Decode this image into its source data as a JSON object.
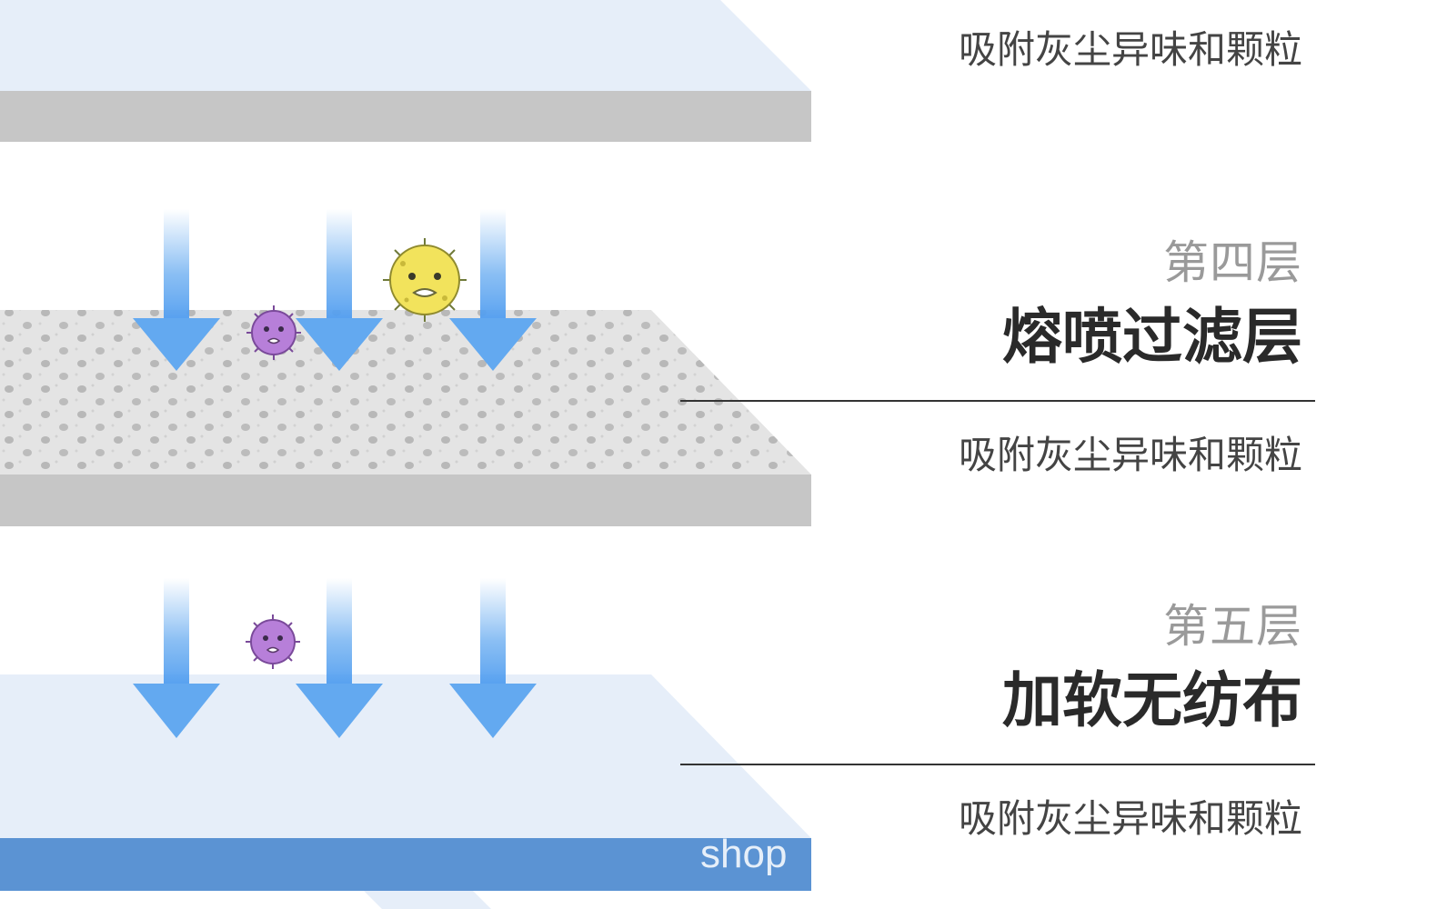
{
  "layer3": {
    "desc": "吸附灰尘异味和颗粒"
  },
  "layer4": {
    "number": "第四层",
    "name": "熔喷过滤层",
    "desc": "吸附灰尘异味和颗粒"
  },
  "layer5": {
    "number": "第五层",
    "name": "加软无纺布",
    "desc": "吸附灰尘异味和颗粒"
  },
  "watermark": "shop",
  "colors": {
    "light_blue_sheet": "#e6eef9",
    "gray_edge": "#c6c6c6",
    "blue_edge": "#5b93d3",
    "arrow_blue": "#63a9f0",
    "filter_gray": "#e2e2e2"
  }
}
